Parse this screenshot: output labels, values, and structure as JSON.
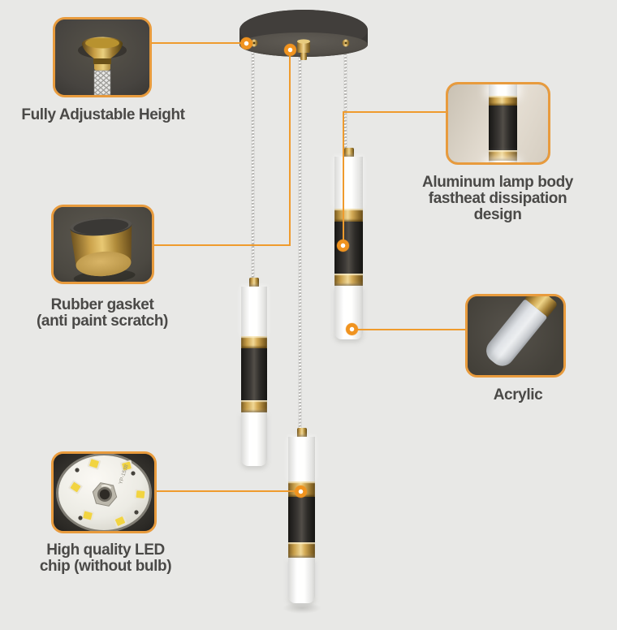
{
  "colors": {
    "background": "#e8e8e6",
    "accent_line": "#EF9B2D",
    "callout_border": "#E89B3D",
    "label_text": "#4a4947",
    "brass": "#C89F4A",
    "lamp_black": "#2e2c29"
  },
  "callouts": {
    "adjustable_height": {
      "label": "Fully Adjustable Height"
    },
    "rubber_gasket": {
      "line1": "Rubber gasket",
      "line2": "(anti paint scratch)"
    },
    "led_chip": {
      "line1": "High quality LED",
      "line2": "chip (without bulb)",
      "board_code": "YP-1538"
    },
    "aluminum_body": {
      "line1": "Aluminum lamp body",
      "line2": "fastheat dissipation design"
    },
    "acrylic": {
      "label": "Acrylic"
    }
  }
}
